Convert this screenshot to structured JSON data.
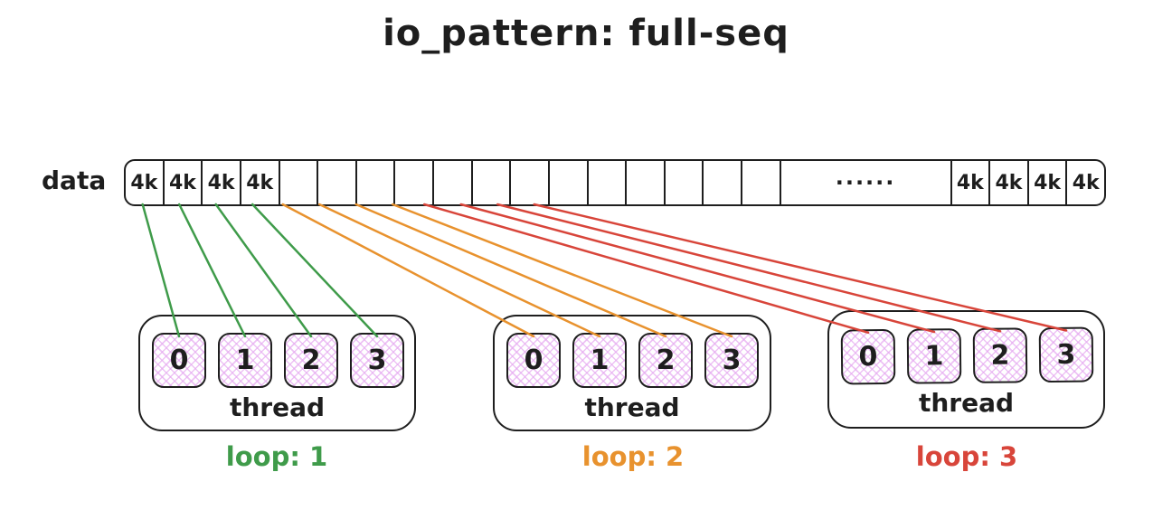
{
  "title": "io_pattern: full-seq",
  "data_bar": {
    "label": "data",
    "cells": [
      {
        "text": "4k"
      },
      {
        "text": "4k"
      },
      {
        "text": "4k"
      },
      {
        "text": "4k"
      },
      {
        "text": ""
      },
      {
        "text": ""
      },
      {
        "text": ""
      },
      {
        "text": ""
      },
      {
        "text": ""
      },
      {
        "text": ""
      },
      {
        "text": ""
      },
      {
        "text": ""
      },
      {
        "text": ""
      },
      {
        "text": ""
      },
      {
        "text": ""
      },
      {
        "text": ""
      },
      {
        "text": ""
      },
      {
        "text": "......",
        "wide": true
      },
      {
        "text": "4k"
      },
      {
        "text": "4k"
      },
      {
        "text": "4k"
      },
      {
        "text": "4k"
      }
    ]
  },
  "thread_groups": [
    {
      "slots": [
        "0",
        "1",
        "2",
        "3"
      ],
      "label": "thread",
      "loop_label": "loop: 1",
      "color": "#3f9b4a"
    },
    {
      "slots": [
        "0",
        "1",
        "2",
        "3"
      ],
      "label": "thread",
      "loop_label": "loop: 2",
      "color": "#e8922e"
    },
    {
      "slots": [
        "0",
        "1",
        "2",
        "3"
      ],
      "label": "thread",
      "loop_label": "loop: 3",
      "color": "#d8453a"
    }
  ],
  "connections": [
    {
      "name": "loop-1",
      "color": "#3f9b4a",
      "from_cells": [
        0,
        1,
        2,
        3
      ],
      "to_group": 0
    },
    {
      "name": "loop-2",
      "color": "#e8922e",
      "from_cells": [
        4,
        5,
        6,
        7
      ],
      "to_group": 1
    },
    {
      "name": "loop-3",
      "color": "#d8453a",
      "from_cells": [
        8,
        9,
        10,
        11
      ],
      "to_group": 2
    }
  ],
  "colors": {
    "stroke": "#1e1e1e",
    "crosshatch": "#e5a8f0"
  }
}
